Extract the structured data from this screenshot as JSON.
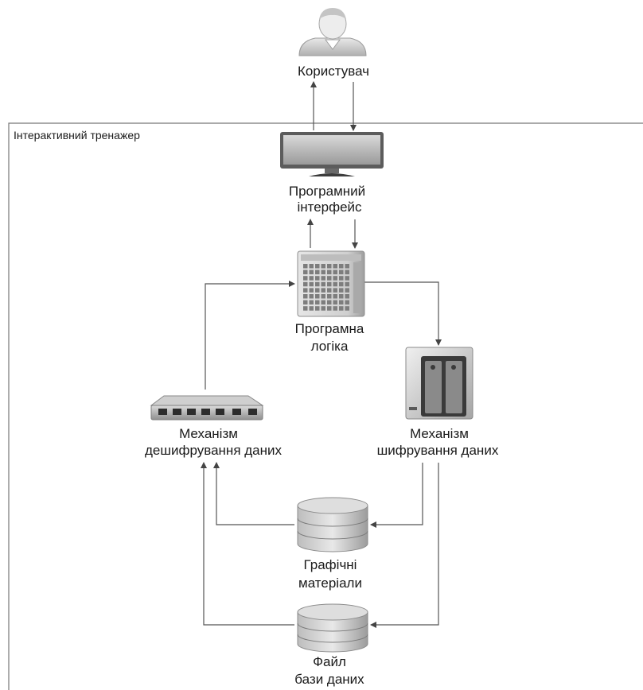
{
  "frame": {
    "label": "Інтерактивний тренажер"
  },
  "nodes": {
    "user": {
      "label": "Користувач",
      "icon": "user-icon"
    },
    "ui": {
      "label_line1": "Програмний",
      "label_line2": "інтерфейс",
      "icon": "monitor-icon"
    },
    "logic": {
      "label_line1": "Програмна",
      "label_line2": "логіка",
      "icon": "server-icon"
    },
    "decrypt": {
      "label_line1": "Механізм",
      "label_line2": "дешифрування даних",
      "icon": "network-switch-icon"
    },
    "encrypt": {
      "label_line1": "Механізм",
      "label_line2": "шифрування даних",
      "icon": "storage-nas-icon"
    },
    "graphics": {
      "label_line1": "Графічні",
      "label_line2": "матеріали",
      "icon": "database-icon"
    },
    "dbfile": {
      "label_line1": "Файл",
      "label_line2": "бази даних",
      "icon": "database-icon"
    }
  },
  "edges": [
    {
      "from": "ui",
      "to": "user"
    },
    {
      "from": "user",
      "to": "ui"
    },
    {
      "from": "logic",
      "to": "ui"
    },
    {
      "from": "ui",
      "to": "logic"
    },
    {
      "from": "decrypt",
      "to": "logic"
    },
    {
      "from": "logic",
      "to": "encrypt"
    },
    {
      "from": "graphics",
      "to": "decrypt"
    },
    {
      "from": "encrypt",
      "to": "graphics"
    },
    {
      "from": "dbfile",
      "to": "decrypt"
    },
    {
      "from": "encrypt",
      "to": "dbfile"
    }
  ]
}
